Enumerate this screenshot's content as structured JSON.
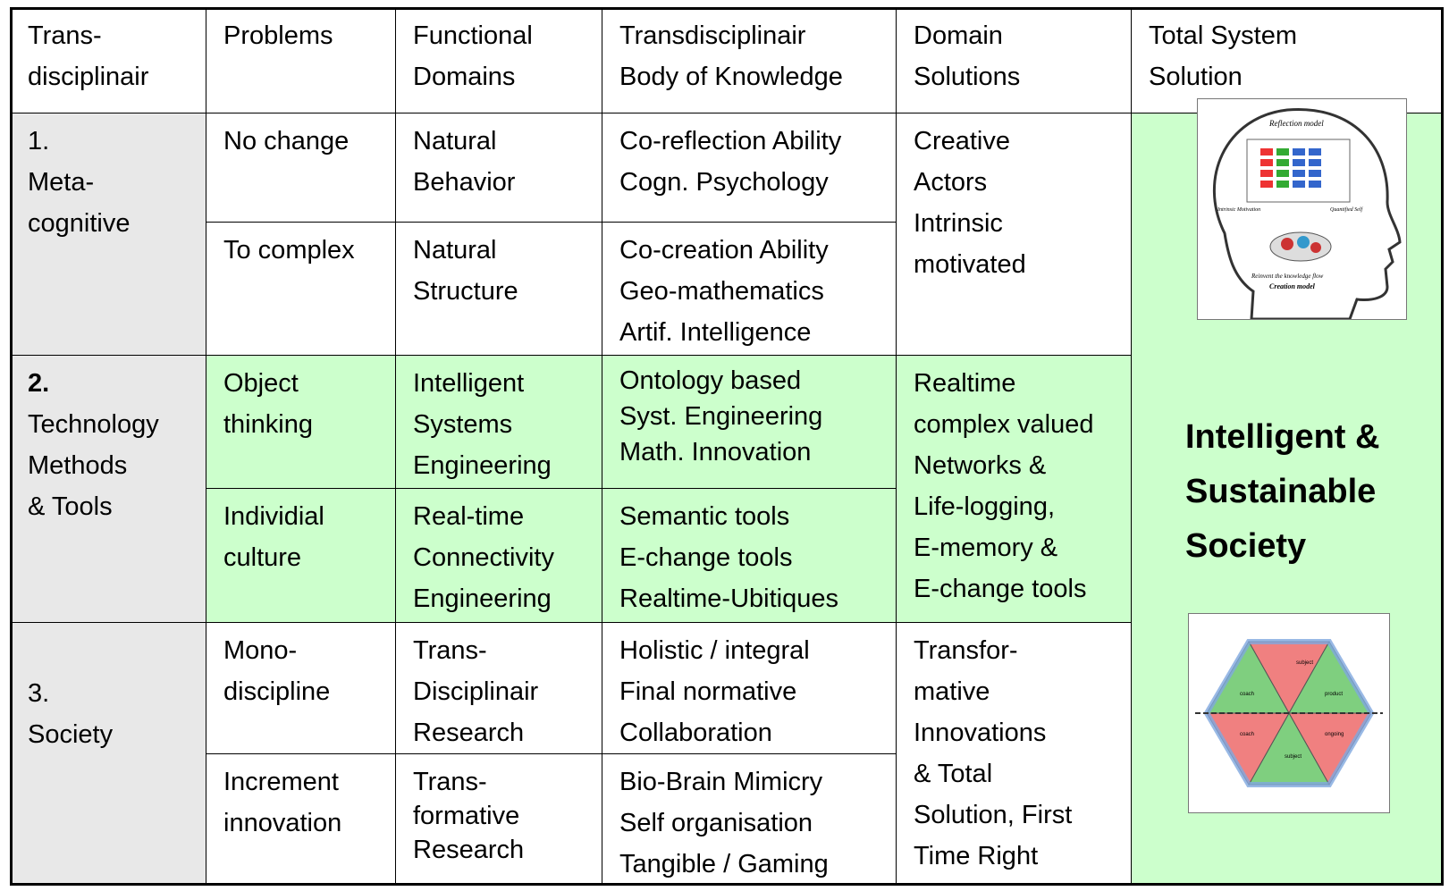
{
  "header": {
    "col1": [
      "Trans-",
      "disciplinair"
    ],
    "col2": [
      "Problems"
    ],
    "col3": [
      "Functional",
      "Domains"
    ],
    "col4": [
      "Transdisciplinair",
      "Body of Knowledge"
    ],
    "col5": [
      "Domain",
      "Solutions"
    ],
    "col6": [
      "Total System",
      "Solution"
    ]
  },
  "rows": {
    "meta": {
      "label": [
        "1.",
        "Meta-",
        "cognitive"
      ],
      "sub1": {
        "problem": [
          "No change"
        ],
        "domain": [
          "Natural",
          "Behavior"
        ],
        "knowledge": [
          "Co-reflection Ability",
          "Cogn. Psychology"
        ]
      },
      "sub2": {
        "problem": [
          "To complex"
        ],
        "domain": [
          "Natural",
          "Structure"
        ],
        "knowledge": [
          "Co-creation Ability",
          "Geo-mathematics",
          "Artif. Intelligence"
        ]
      },
      "solution": [
        "Creative",
        "Actors",
        "Intrinsic",
        "motivated"
      ]
    },
    "tech": {
      "label_number": "2.",
      "label": [
        "Technology",
        "Methods",
        "& Tools"
      ],
      "sub1": {
        "problem": [
          "Object",
          "thinking"
        ],
        "domain": [
          "Intelligent",
          "Systems",
          "Engineering"
        ],
        "knowledge": [
          "Ontology based",
          "Syst. Engineering",
          "Math. Innovation"
        ]
      },
      "sub2": {
        "problem": [
          "Individial",
          "culture"
        ],
        "domain": [
          "Real-time",
          "Connectivity",
          "Engineering"
        ],
        "knowledge": [
          "Semantic tools",
          "E-change tools",
          "Realtime-Ubitiques"
        ]
      },
      "solution": [
        "Realtime",
        "complex valued",
        "Networks &",
        "Life-logging,",
        "E-memory &",
        "E-change tools"
      ]
    },
    "society": {
      "label": [
        "3.",
        "Society"
      ],
      "sub1": {
        "problem": [
          "Mono-",
          "discipline"
        ],
        "domain": [
          "Trans-",
          "Disciplinair",
          "Research"
        ],
        "knowledge": [
          "Holistic / integral",
          "Final normative",
          "Collaboration"
        ]
      },
      "sub2": {
        "problem": [
          "Increment",
          "innovation"
        ],
        "domain": [
          "Trans-",
          "formative",
          "Research"
        ],
        "knowledge": [
          "Bio-Brain Mimicry",
          "Self organisation",
          "Tangible  / Gaming"
        ]
      },
      "solution": [
        "Transfor-",
        "mative",
        "Innovations",
        "& Total",
        "Solution, First",
        "Time Right"
      ]
    }
  },
  "total_solution": {
    "headline": [
      "Intelligent &",
      "Sustainable",
      "Society"
    ],
    "image_top": {
      "title": "Reflection model",
      "left_label": "Intrinsic Motivation",
      "right_label": "Quantified Self",
      "bottom_label_1": "Reinvent the knowledge flow",
      "bottom_label_2": "Creation model"
    },
    "image_bottom": {
      "labels": [
        "subject",
        "coach",
        "product",
        "coach",
        "ongoing",
        "subject"
      ]
    }
  },
  "colors": {
    "green": "#ccffcc",
    "grey": "#e8e8e8",
    "hex_red": "#f08080",
    "hex_green": "#7fcf7f",
    "hex_blue": "#7fa7df"
  }
}
